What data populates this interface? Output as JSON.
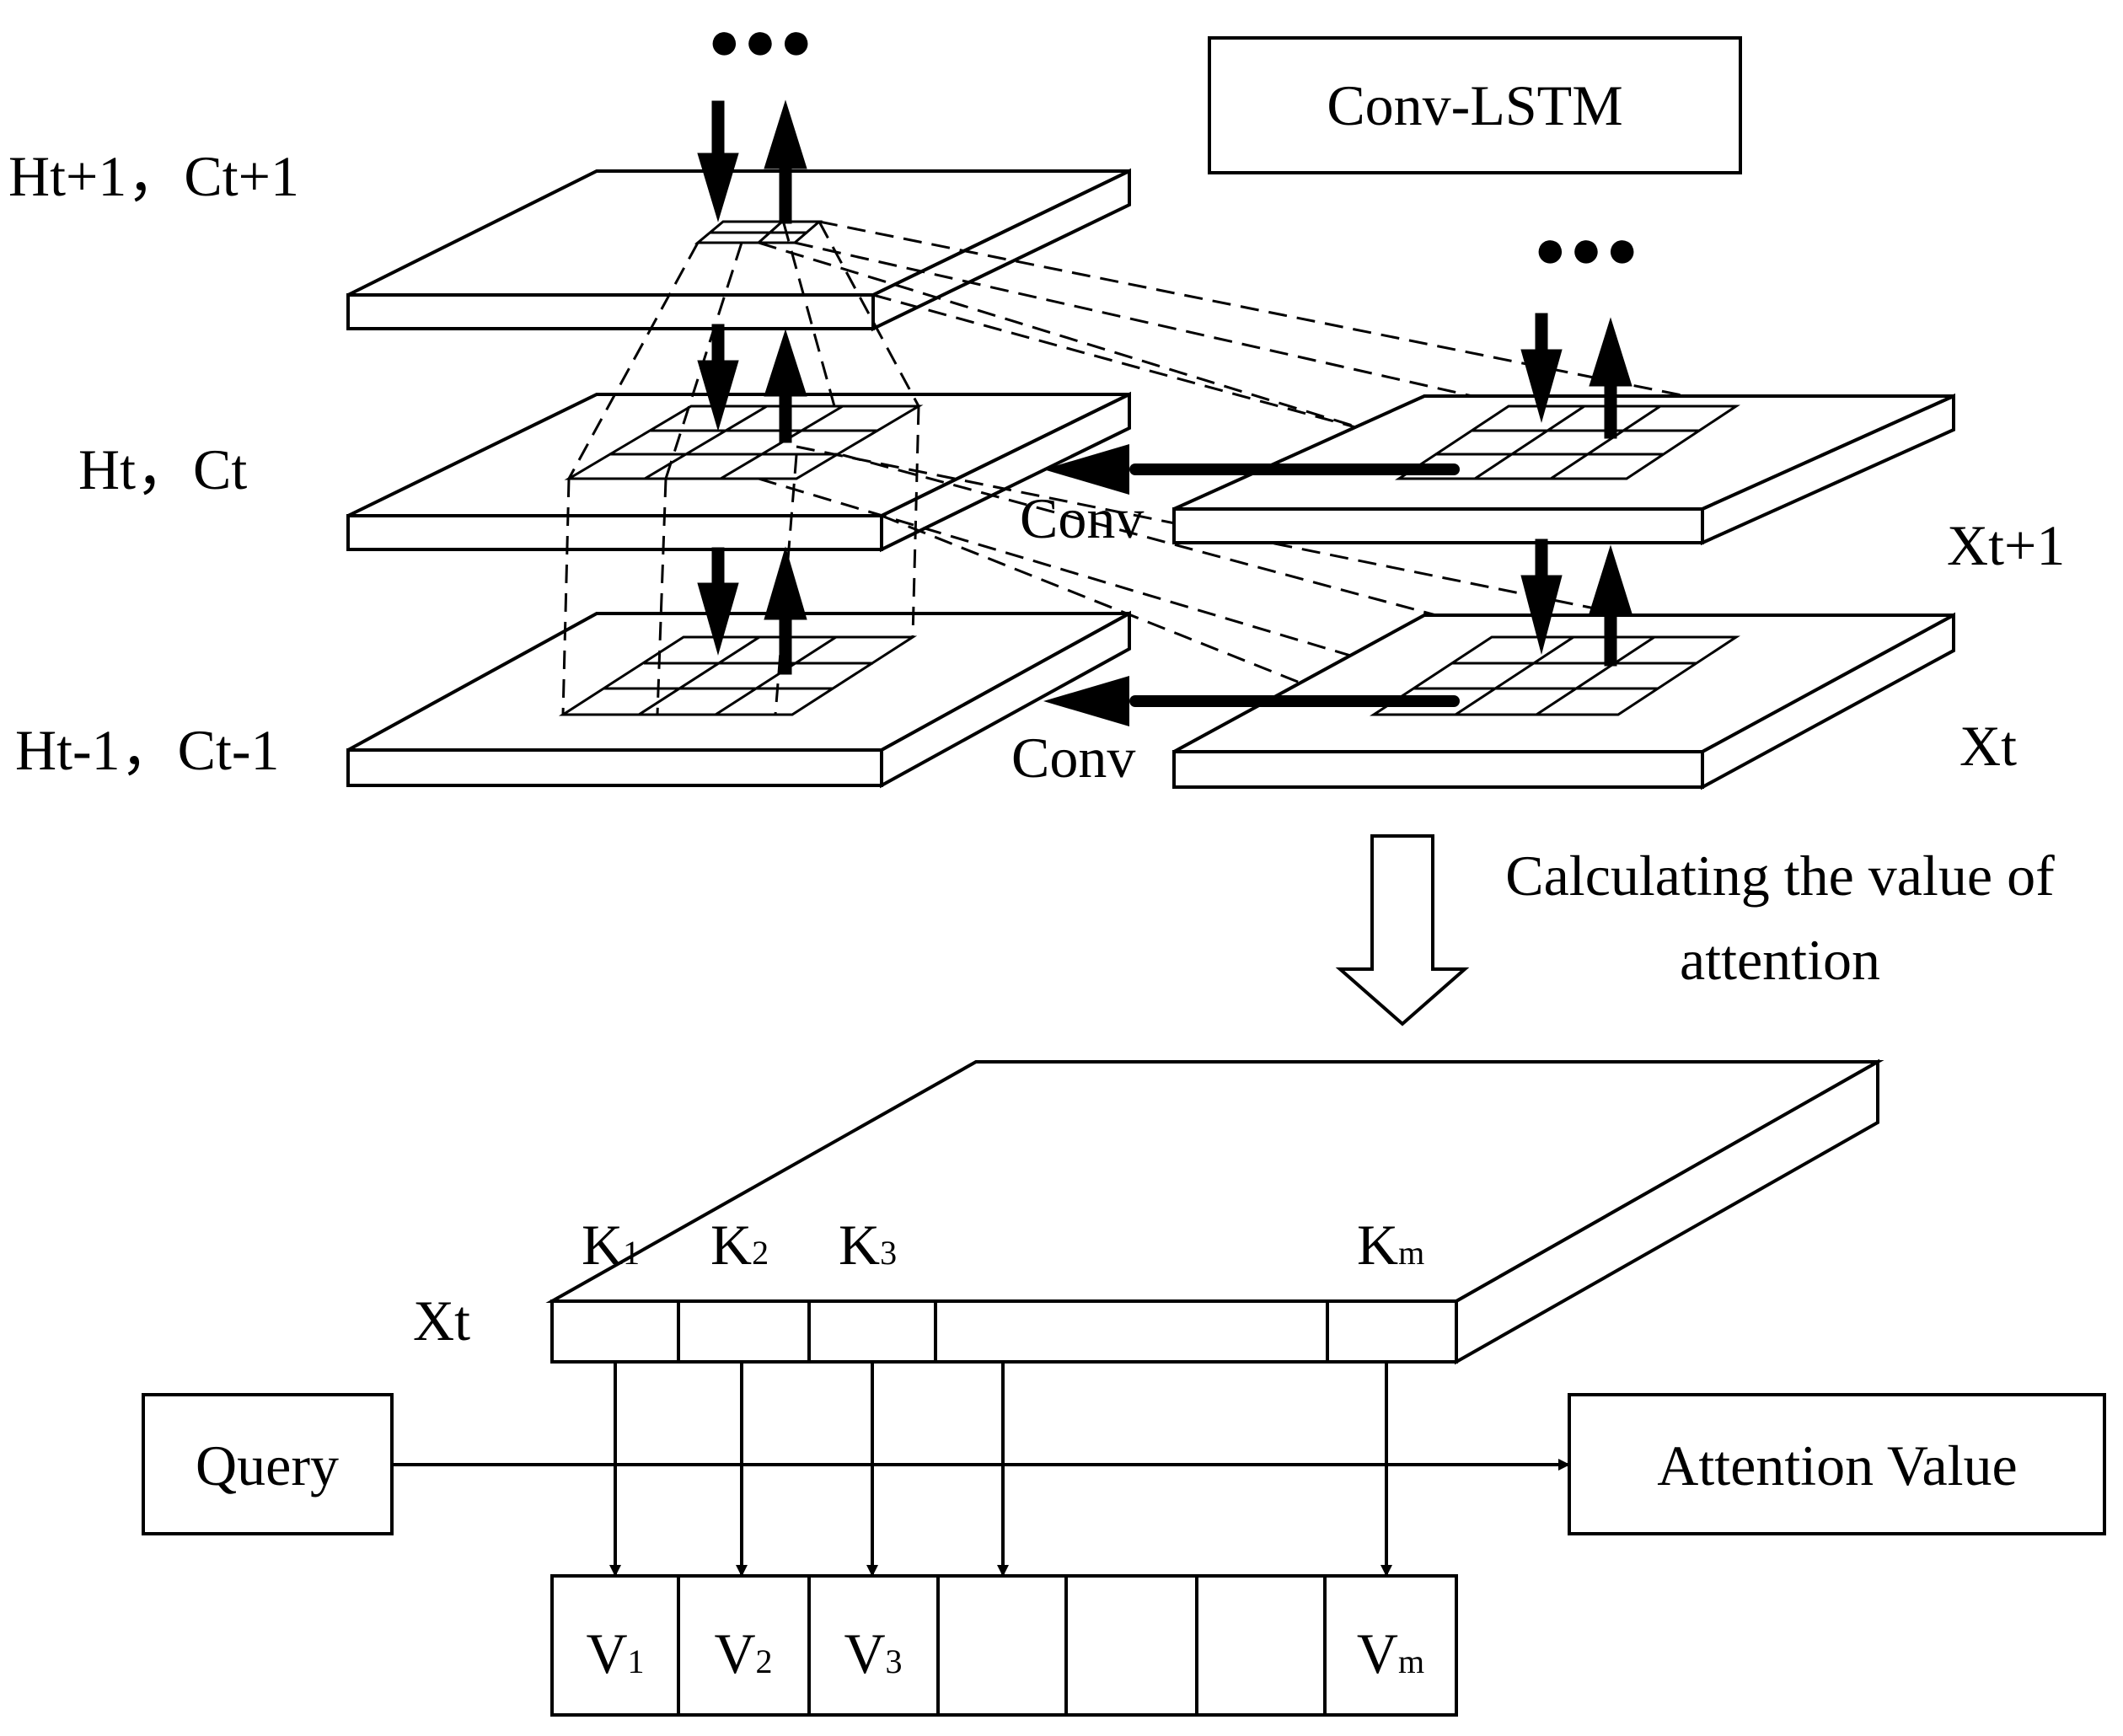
{
  "labels": {
    "conv_lstm": "Conv-LSTM",
    "h_next": "Ht+1，Ct+1",
    "h_cur": "Ht，Ct",
    "h_prev": "Ht-1，Ct-1",
    "x_next": "Xt+1",
    "x_cur": "Xt",
    "conv_upper": "Conv",
    "conv_lower": "Conv",
    "ellipsis_left": "●●●",
    "ellipsis_right": "●●●",
    "attention_line1": "Calculating the value of",
    "attention_line2": "attention",
    "xt_bottom": "Xt",
    "query": "Query",
    "attention_value": "Attention Value"
  },
  "keys": [
    {
      "base": "K",
      "sub": "1"
    },
    {
      "base": "K",
      "sub": "2"
    },
    {
      "base": "K",
      "sub": "3"
    },
    {
      "base": "K",
      "sub": "m"
    }
  ],
  "values": [
    {
      "base": "V",
      "sub": "1"
    },
    {
      "base": "V",
      "sub": "2"
    },
    {
      "base": "V",
      "sub": "3"
    },
    {
      "base": "",
      "sub": ""
    },
    {
      "base": "",
      "sub": ""
    },
    {
      "base": "",
      "sub": ""
    },
    {
      "base": "V",
      "sub": "m"
    }
  ]
}
